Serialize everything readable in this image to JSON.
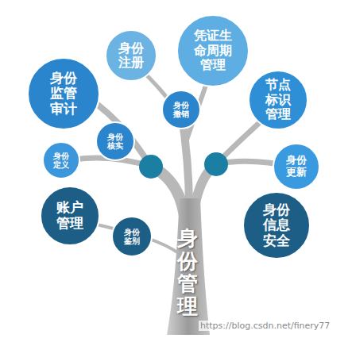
{
  "diagram": {
    "nodes": [
      {
        "text": [
          "身份 注册"
        ]
      },
      {
        "text": [
          "凭证生 命周期 管理"
        ]
      },
      {
        "text": [
          "身份 监管 审计"
        ]
      },
      {
        "text": [
          "节点 标识 管理"
        ]
      },
      {
        "text": [
          "身份 撤销"
        ]
      },
      {
        "text": [
          "身份 核实"
        ]
      },
      {
        "text": [
          "身份 定义"
        ]
      },
      {
        "text": [
          "身份 更新"
        ]
      },
      {
        "text": [
          "账户 管理"
        ]
      },
      {
        "text": [
          "身份 信息 安全"
        ]
      },
      {
        "text": [
          "身份 鉴别"
        ]
      }
    ],
    "labels": [
      "身份管理",
      "https://blog.csdn.net/finery77"
    ]
  }
}
